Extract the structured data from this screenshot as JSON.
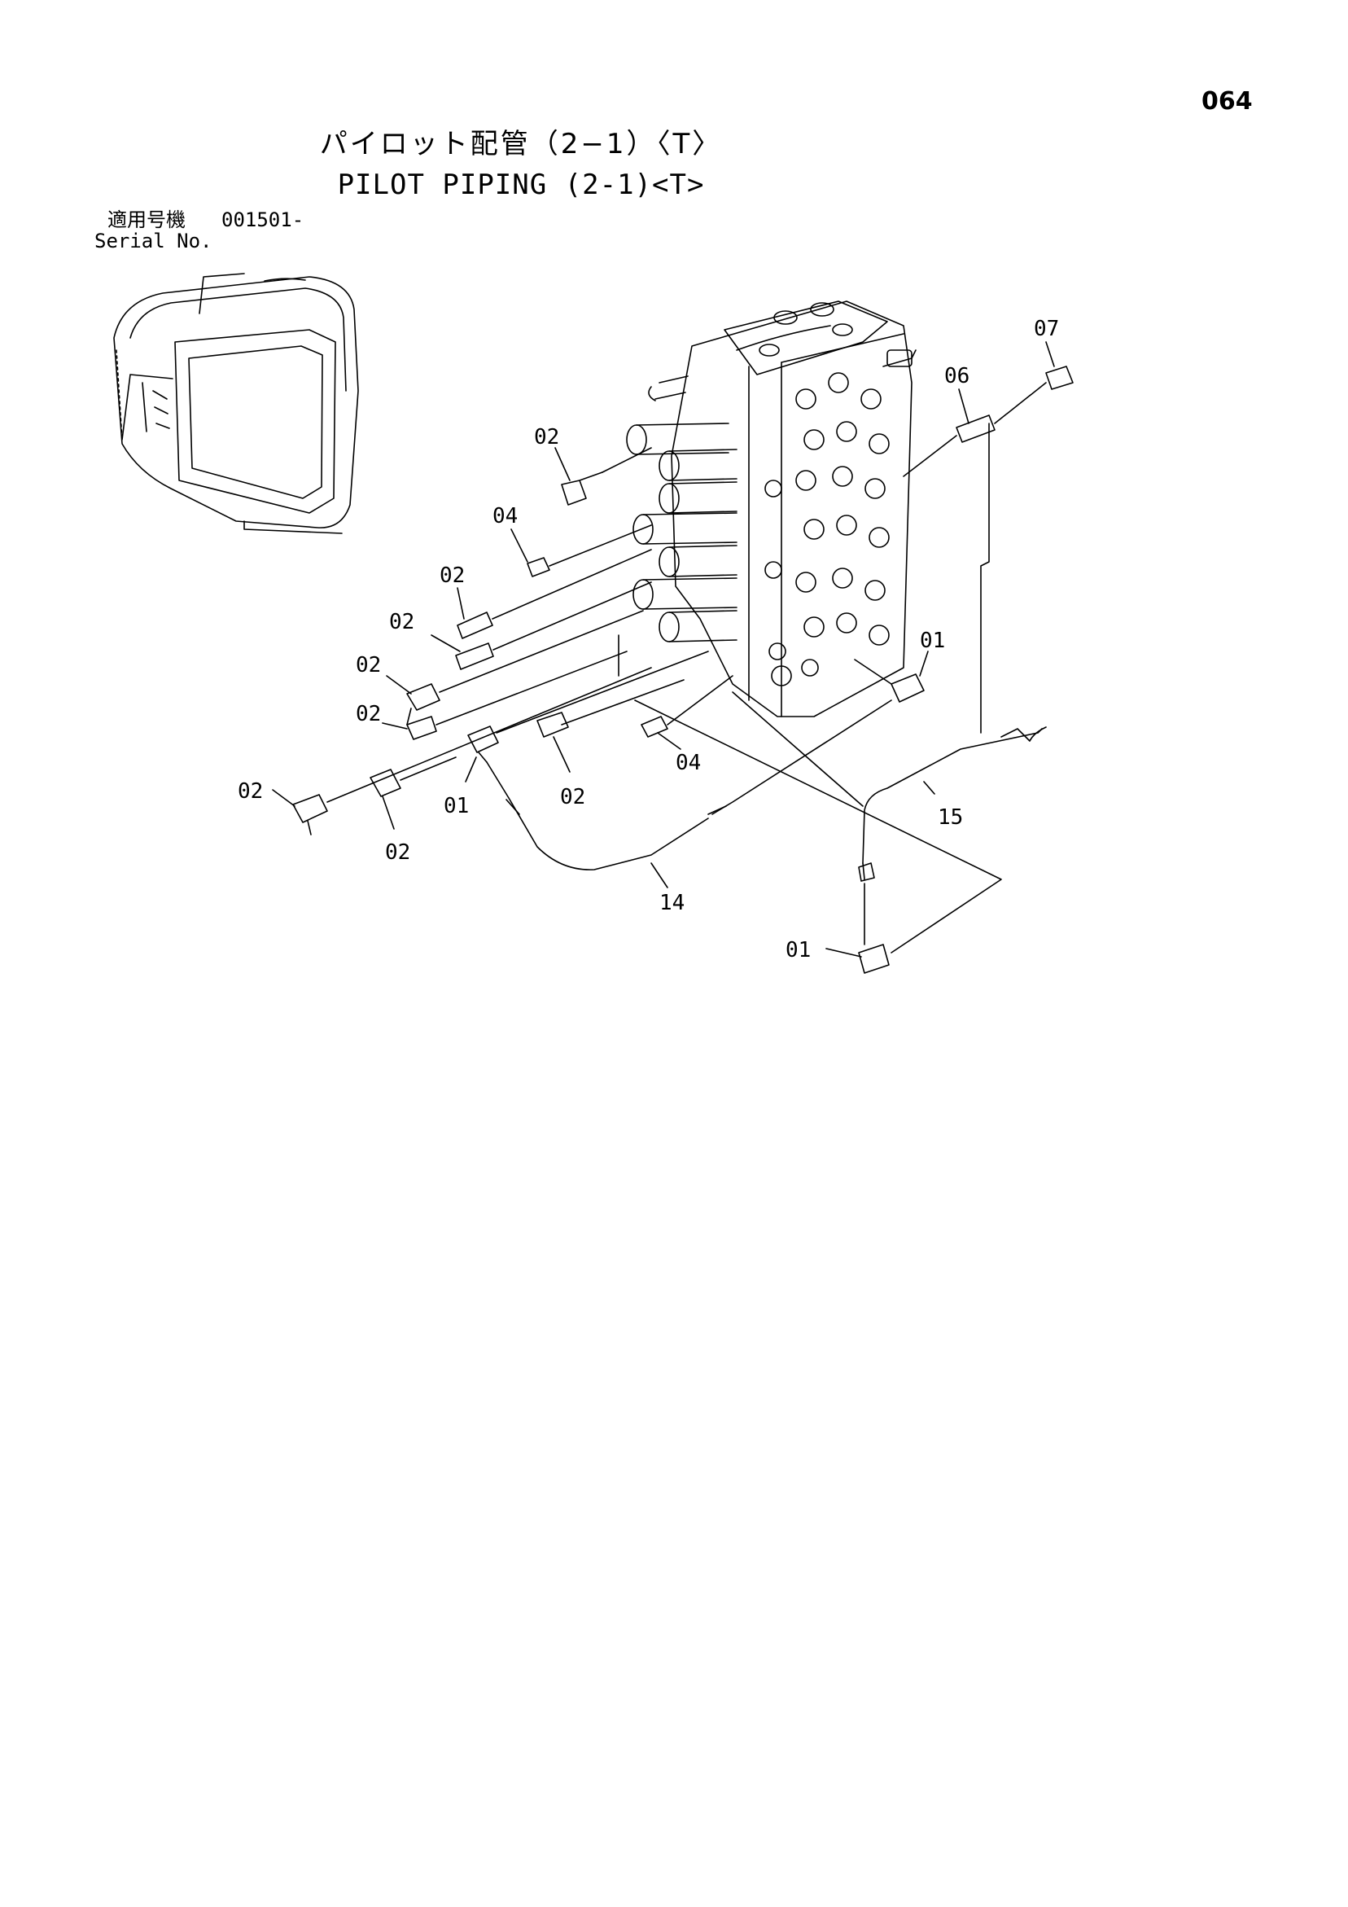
{
  "page_number": "064",
  "title_ja": "パイロット配管（2−1）〈T〉",
  "title_en": "PILOT PIPING (2-1)<T>",
  "serial": {
    "label_ja": "適用号機",
    "value": "001501-",
    "label_en": "Serial No."
  },
  "callouts": {
    "c07": "07",
    "c06": "06",
    "c02_a": "02",
    "c04_a": "04",
    "c02_b": "02",
    "c02_c": "02",
    "c02_d": "02",
    "c02_e": "02",
    "c02_f": "02",
    "c02_g": "02",
    "c02_h": "02",
    "c01_a": "01",
    "c01_b": "01",
    "c01_c": "01",
    "c04_b": "04",
    "c15": "15",
    "c14": "14"
  }
}
